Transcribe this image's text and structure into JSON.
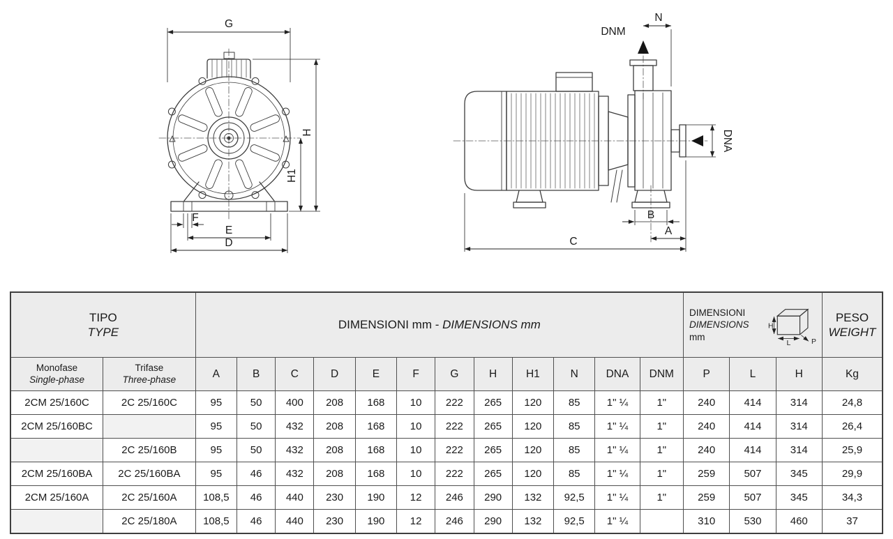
{
  "drawings": {
    "front": {
      "g": "G",
      "h": "H",
      "h1": "H1",
      "f": "F",
      "e": "E",
      "d": "D"
    },
    "side": {
      "dnm": "DNM",
      "n": "N",
      "dna": "DNA",
      "b": "B",
      "a": "A",
      "c": "C"
    }
  },
  "table": {
    "header": {
      "tipo_it": "TIPO",
      "tipo_en": "TYPE",
      "dim_title_it": "DIMENSIONI mm - ",
      "dim_title_en": "DIMENSIONS mm",
      "overall_it": "DIMENSIONI",
      "overall_en": "DIMENSIONS",
      "overall_unit": "mm",
      "cube_h": "H",
      "cube_l": "L",
      "cube_p": "P",
      "peso_it": "PESO",
      "peso_en": "WEIGHT"
    },
    "subheader": {
      "monofase_it": "Monofase",
      "monofase_en": "Single-phase",
      "trifase_it": "Trifase",
      "trifase_en": "Three-phase",
      "dims": [
        "A",
        "B",
        "C",
        "D",
        "E",
        "F",
        "G",
        "H",
        "H1",
        "N",
        "DNA",
        "DNM"
      ],
      "overall": [
        "P",
        "L",
        "H"
      ],
      "weight": "Kg"
    },
    "rows": [
      {
        "monofase": "2CM 25/160C",
        "trifase": "2C 25/160C",
        "values": [
          "95",
          "50",
          "400",
          "208",
          "168",
          "10",
          "222",
          "265",
          "120",
          "85",
          "1\" ¼",
          "1\"",
          "240",
          "414",
          "314",
          "24,8"
        ]
      },
      {
        "monofase": "2CM 25/160BC",
        "trifase": "",
        "values": [
          "95",
          "50",
          "432",
          "208",
          "168",
          "10",
          "222",
          "265",
          "120",
          "85",
          "1\" ¼",
          "1\"",
          "240",
          "414",
          "314",
          "26,4"
        ]
      },
      {
        "monofase": "",
        "trifase": "2C 25/160B",
        "values": [
          "95",
          "50",
          "432",
          "208",
          "168",
          "10",
          "222",
          "265",
          "120",
          "85",
          "1\" ¼",
          "1\"",
          "240",
          "414",
          "314",
          "25,9"
        ]
      },
      {
        "monofase": "2CM 25/160BA",
        "trifase": "2C 25/160BA",
        "values": [
          "95",
          "46",
          "432",
          "208",
          "168",
          "10",
          "222",
          "265",
          "120",
          "85",
          "1\" ¼",
          "1\"",
          "259",
          "507",
          "345",
          "29,9"
        ]
      },
      {
        "monofase": "2CM 25/160A",
        "trifase": "2C 25/160A",
        "values": [
          "108,5",
          "46",
          "440",
          "230",
          "190",
          "12",
          "246",
          "290",
          "132",
          "92,5",
          "1\" ¼",
          "1\"",
          "259",
          "507",
          "345",
          "34,3"
        ]
      },
      {
        "monofase": "",
        "trifase": "2C 25/180A",
        "values": [
          "108,5",
          "46",
          "440",
          "230",
          "190",
          "12",
          "246",
          "290",
          "132",
          "92,5",
          "1\" ¼",
          "",
          "310",
          "530",
          "460",
          "37"
        ]
      }
    ]
  }
}
